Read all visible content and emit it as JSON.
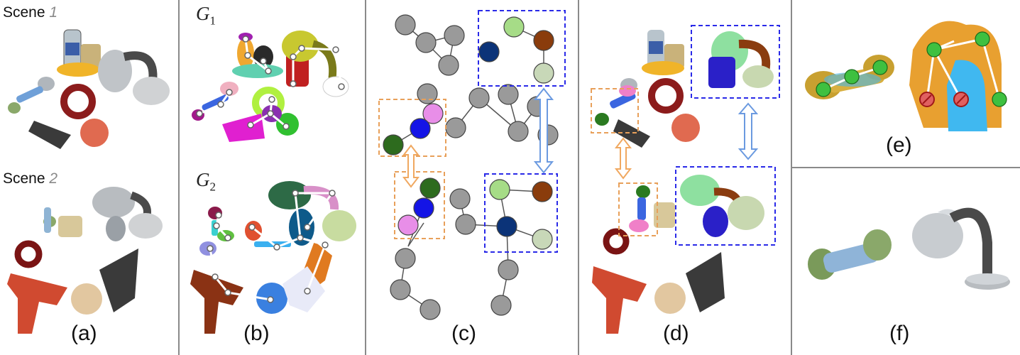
{
  "scene_labels": [
    {
      "prefix": "Scene ",
      "num": "1"
    },
    {
      "prefix": "Scene ",
      "num": "2"
    }
  ],
  "graph_labels": [
    {
      "base": "G",
      "sub": "1"
    },
    {
      "base": "G",
      "sub": "2"
    }
  ],
  "panel_labels": [
    "(a)",
    "(b)",
    "(c)",
    "(d)",
    "(e)",
    "(f)"
  ],
  "colors": {
    "node_gray": "#9a9a9a",
    "node_lightgreen": "#a6dc87",
    "node_brown": "#8a3c0c",
    "node_navy": "#0b3378",
    "node_sage": "#c8d8b8",
    "node_pink": "#e88ee8",
    "node_blue": "#1414e6",
    "node_darkgreen": "#2d6b1e",
    "box_blue": "#2a2ae8",
    "box_orange": "#e8a05a",
    "arrow_blue": "#6b9ae0",
    "arrow_orange": "#f0a860",
    "divider": "#8a8a8a"
  }
}
